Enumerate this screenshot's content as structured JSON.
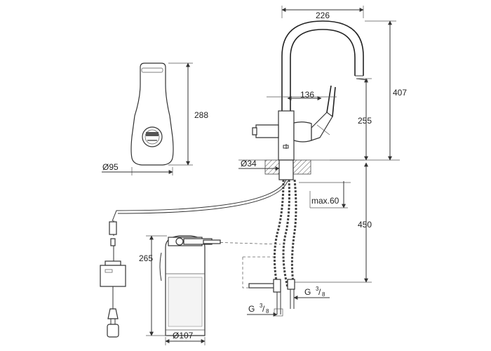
{
  "dimensions": {
    "spout_reach": "226",
    "total_height": "407",
    "spout_height": "255",
    "lever_offset": "136",
    "boiler_height": "288",
    "boiler_diameter": "Ø95",
    "mount_hole": "Ø34",
    "max_thickness": "max.60",
    "hose_length": "450",
    "filter_height": "265",
    "filter_diameter": "Ø107",
    "thread_left": "G ",
    "thread_right": "G ",
    "thread_num": "3",
    "thread_den": "8"
  },
  "colors": {
    "line": "#333333",
    "hatch": "#555555",
    "background": "#ffffff"
  }
}
